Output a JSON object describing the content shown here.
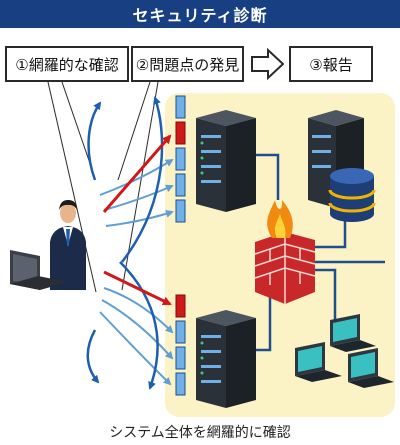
{
  "title": "セキュリティ診断",
  "steps": [
    {
      "label": "①網羅的な確認"
    },
    {
      "label": "②問題点の発見"
    },
    {
      "label": "③報告"
    }
  ],
  "caption": "システム全体を網羅的に確認",
  "colors": {
    "title_bg": "#173f82",
    "zone_bg": "#fbf2c6",
    "scan_arrow_blue": "#1d5fae",
    "scan_line_light": "#5f9fd4",
    "alert_red": "#d01818",
    "port_blue": "#6fb0e6",
    "network_line": "#1f4e8c"
  },
  "icons": [
    "person-icon",
    "laptop-icon",
    "server-icon",
    "database-icon",
    "firewall-icon",
    "flame-icon",
    "arrow-right-icon"
  ]
}
